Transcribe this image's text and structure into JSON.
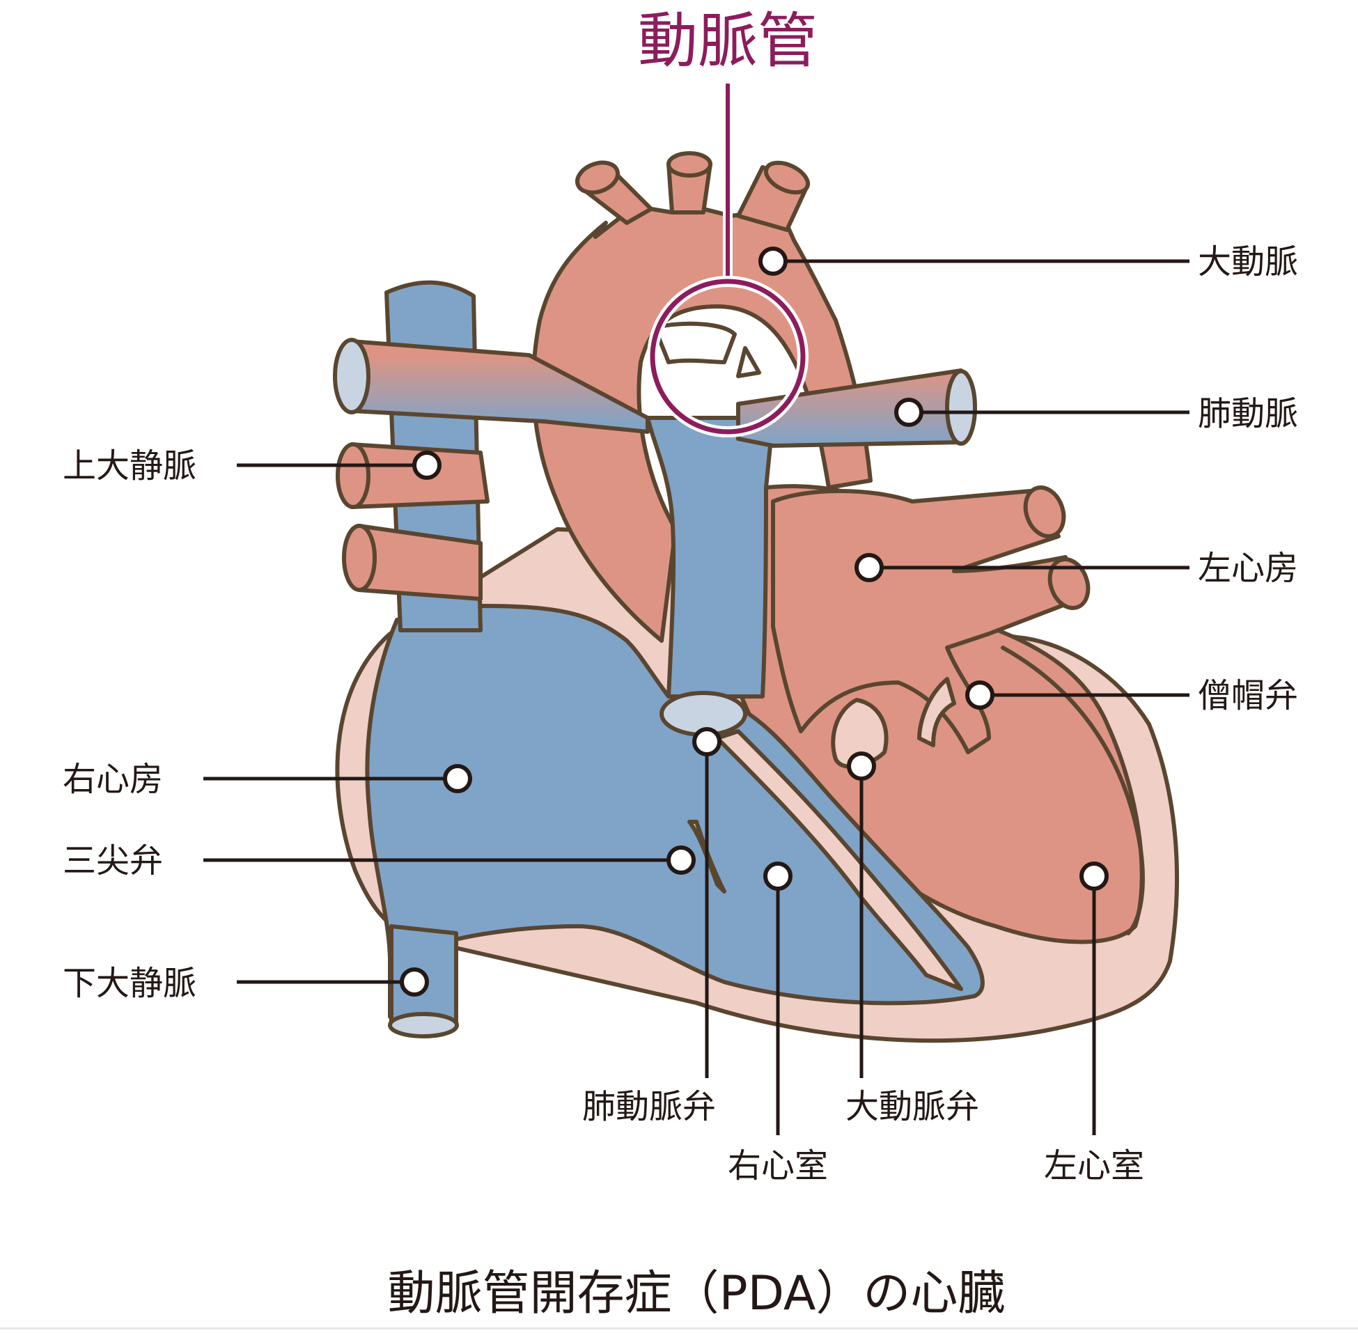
{
  "highlight": {
    "label": "動脈管",
    "color": "#8d1c5c"
  },
  "caption": "動脈管開存症（PDA）の心臓",
  "labels": {
    "aorta": "大動脈",
    "pulmonary_artery": "肺動脈",
    "left_atrium": "左心房",
    "mitral_valve": "僧帽弁",
    "superior_vena_cava": "上大静脈",
    "right_atrium": "右心房",
    "tricuspid_valve": "三尖弁",
    "inferior_vena_cava": "下大静脈",
    "pulmonary_valve": "肺動脈弁",
    "aortic_valve": "大動脈弁",
    "right_ventricle": "右心室",
    "left_ventricle": "左心室"
  },
  "colors": {
    "arterial": "#de9484",
    "venous": "#7fa4c8",
    "pale": "#f0cfc6",
    "vessel_end": "#c8d4e2",
    "outline": "#5a4630",
    "leader": "#231815"
  }
}
